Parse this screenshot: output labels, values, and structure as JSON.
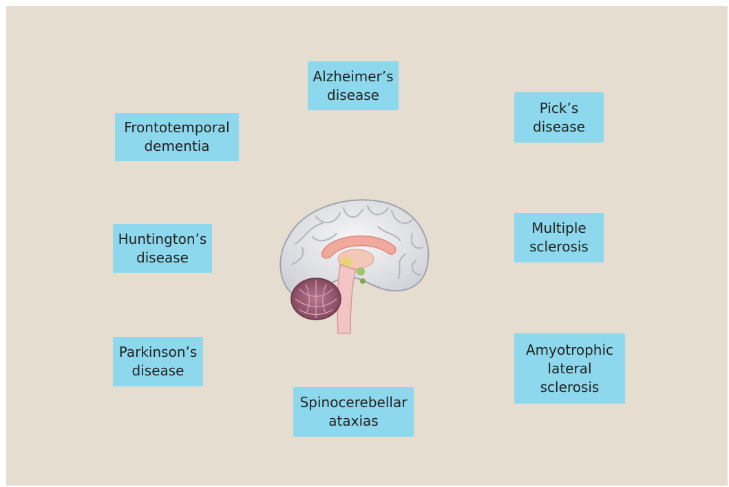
{
  "diseases": [
    {
      "id": "alzheimers",
      "lines": [
        "Alzheimer’s",
        "disease"
      ]
    },
    {
      "id": "picks",
      "lines": [
        "Pick’s",
        "disease"
      ]
    },
    {
      "id": "frontotemporal",
      "lines": [
        "Frontotemporal",
        "dementia"
      ]
    },
    {
      "id": "huntingtons",
      "lines": [
        "Huntington’s",
        "disease"
      ]
    },
    {
      "id": "multiple-sclerosis",
      "lines": [
        "Multiple",
        "sclerosis"
      ]
    },
    {
      "id": "parkinsons",
      "lines": [
        "Parkinson’s",
        "disease"
      ]
    },
    {
      "id": "als",
      "lines": [
        "Amyotrophic",
        "lateral",
        "sclerosis"
      ]
    },
    {
      "id": "spinocerebellar",
      "lines": [
        "Spinocerebellar",
        "ataxias"
      ]
    }
  ],
  "center_image": "brain-sagittal-illustration",
  "colors": {
    "background": "#e6ddd1",
    "box": "#8dd8ec",
    "text": "#222222"
  }
}
